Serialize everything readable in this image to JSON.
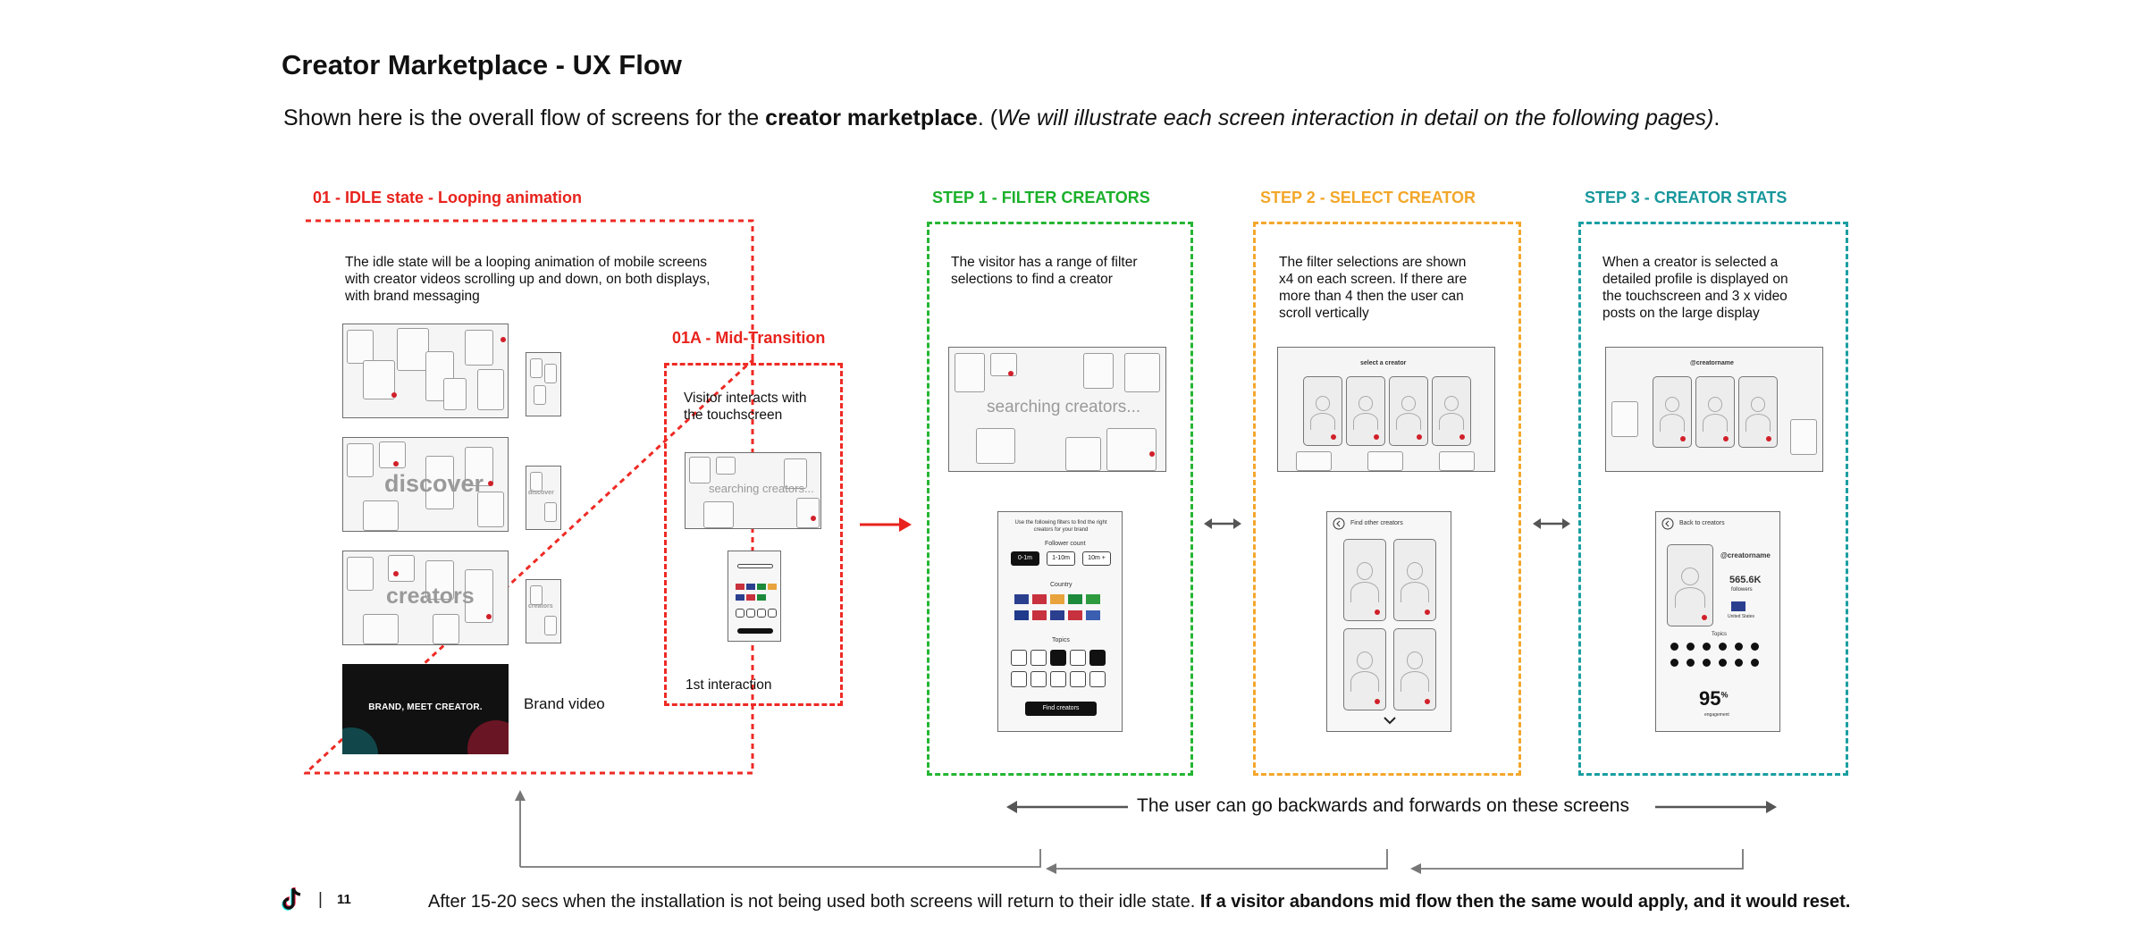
{
  "header": {
    "title": "Creator Marketplace - UX Flow",
    "intro_prefix": "Shown here is the overall flow of screens for the ",
    "intro_bold": "creator marketplace",
    "intro_mid": ". (",
    "intro_italic": "We will illustrate each screen interaction in detail on the following pages)",
    "intro_suffix": "."
  },
  "sections": {
    "idle": {
      "label": "01 - IDLE state - Looping animation",
      "description": "The idle state will be a looping animation of mobile screens with creator videos scrolling up and down, on both displays, with brand messaging",
      "screen_words": [
        "discover",
        "creators"
      ],
      "side_words": [
        "discover",
        "creators"
      ],
      "video_text": "BRAND, MEET CREATOR.",
      "video_label": "Brand video"
    },
    "mid": {
      "label": "01A - Mid-Transition",
      "description": "Visitor interacts with the touchscreen",
      "screen_text": "searching creators...",
      "footer_label": "1st interaction"
    },
    "step1": {
      "label": "STEP 1 - FILTER CREATORS",
      "description": "The visitor has a range of filter selections to find a creator",
      "screen_text": "searching creators...",
      "phone": {
        "heading": "Use the following filters to find the right creators for your brand",
        "follower_count": "Follower count",
        "ranges": [
          "0-1m",
          "1-10m",
          "10m +"
        ],
        "country": "Country",
        "topics": "Topics",
        "find_button": "Find creators"
      }
    },
    "step2": {
      "label": "STEP 2 - SELECT CREATOR",
      "description": "The filter selections are shown x4 on each screen. If there are more than 4 then the user can scroll vertically",
      "screen_title": "select a creator",
      "phone_header": "Find other creators"
    },
    "step3": {
      "label": "STEP 3 - CREATOR STATS",
      "description": "When a creator is selected a detailed profile is displayed on the touchscreen and 3 x video posts on the large display",
      "screen_title": "@creatorname",
      "phone": {
        "back": "Back to creators",
        "handle": "@creatorname",
        "followers_value": "565.6K",
        "followers_label": "followers",
        "country": "United States",
        "topics": "Topics",
        "engagement_value": "95",
        "engagement_unit": "%",
        "engagement_label": "engagement"
      }
    }
  },
  "annotations": {
    "back_forward": "The user can go backwards and forwards on these screens",
    "footer_text": "After 15-20 secs when the installation is not being used both screens will return to their idle state. ",
    "footer_bold": "If a visitor abandons mid flow then the same would apply, and it would reset."
  },
  "page": {
    "separator": "|",
    "number": "11"
  },
  "colors": {
    "idle": "#e8231d",
    "step1": "#1bb02a",
    "step2": "#f2a72a",
    "step3": "#17979b",
    "accent_dot": "#d1202a"
  },
  "icons": {
    "logo": "tiktok-logo",
    "arrow": "arrow-right-icon",
    "double_arrow": "double-arrow-icon"
  }
}
